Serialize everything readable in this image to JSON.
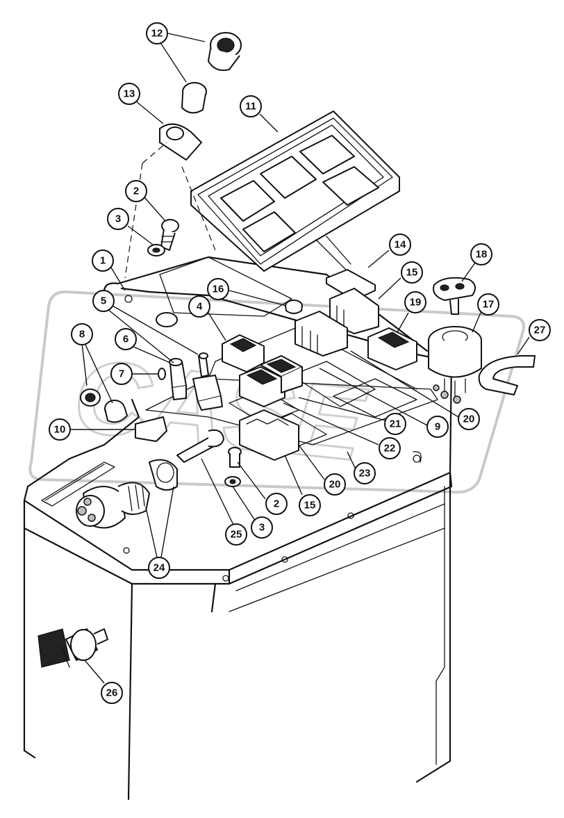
{
  "watermark_text": "CASE",
  "callouts": [
    {
      "id": "c12",
      "label": "12"
    },
    {
      "id": "c13",
      "label": "13"
    },
    {
      "id": "c11",
      "label": "11"
    },
    {
      "id": "c2a",
      "label": "2"
    },
    {
      "id": "c3a",
      "label": "3"
    },
    {
      "id": "c1",
      "label": "1"
    },
    {
      "id": "c14",
      "label": "14"
    },
    {
      "id": "c18",
      "label": "18"
    },
    {
      "id": "c15a",
      "label": "15"
    },
    {
      "id": "c16",
      "label": "16"
    },
    {
      "id": "c5",
      "label": "5"
    },
    {
      "id": "c4",
      "label": "4"
    },
    {
      "id": "c19",
      "label": "19"
    },
    {
      "id": "c17",
      "label": "17"
    },
    {
      "id": "c8",
      "label": "8"
    },
    {
      "id": "c6",
      "label": "6"
    },
    {
      "id": "c27",
      "label": "27"
    },
    {
      "id": "c7",
      "label": "7"
    },
    {
      "id": "c20a",
      "label": "20"
    },
    {
      "id": "c21",
      "label": "21"
    },
    {
      "id": "c9",
      "label": "9"
    },
    {
      "id": "c10",
      "label": "10"
    },
    {
      "id": "c22",
      "label": "22"
    },
    {
      "id": "c23",
      "label": "23"
    },
    {
      "id": "c20b",
      "label": "20"
    },
    {
      "id": "c2b",
      "label": "2"
    },
    {
      "id": "c15b",
      "label": "15"
    },
    {
      "id": "c3b",
      "label": "3"
    },
    {
      "id": "c25",
      "label": "25"
    },
    {
      "id": "c24",
      "label": "24"
    },
    {
      "id": "c26",
      "label": "26"
    }
  ]
}
